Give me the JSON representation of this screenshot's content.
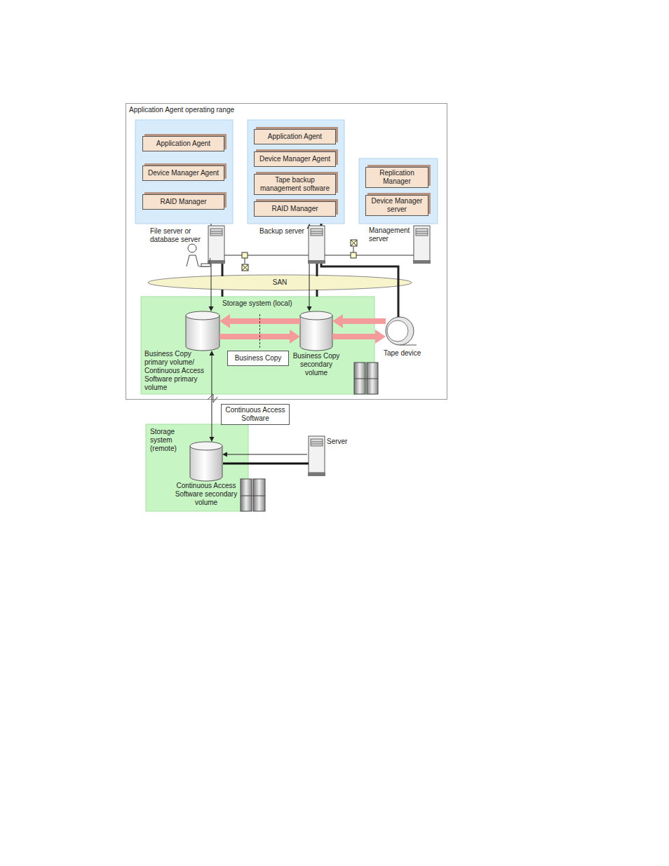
{
  "diagram": {
    "nodes": [
      {
        "text": [
          "Application Agent operating range"
        ]
      },
      {
        "text": [
          "File server or database server"
        ],
        "in": 0
      },
      {
        "text": [
          "Application Agent"
        ],
        "in": 1
      },
      {
        "text": [
          "Device Manager Agent"
        ],
        "in": 1
      },
      {
        "text": [
          "RAID Manager"
        ],
        "in": 1
      },
      {
        "text": [
          "Backup server"
        ],
        "in": 0
      },
      {
        "text": [
          "Application Agent"
        ],
        "in": 5
      },
      {
        "text": [
          "Device Manager Agent"
        ],
        "in": 5
      },
      {
        "text": [
          "Tape backup management software"
        ],
        "in": 5
      },
      {
        "text": [
          "RAID Manager"
        ],
        "in": 5
      },
      {
        "text": [
          "Management server"
        ],
        "in": 0
      },
      {
        "text": [
          "Replication Manager"
        ],
        "in": 10
      },
      {
        "text": [
          "Device Manager server"
        ],
        "in": 10
      },
      {
        "text": [
          "SAN"
        ],
        "in": 0
      },
      {
        "text": [
          "Storage system (local)"
        ],
        "in": 0
      },
      {
        "text": [
          "Business Copy primary volume/ Continuous Access Software primary volume"
        ],
        "in": 14
      },
      {
        "text": [
          "Business Copy"
        ],
        "in": 14
      },
      {
        "text": [
          "Business Copy secondary volume"
        ],
        "in": 14
      },
      {
        "text": [
          "Tape device"
        ],
        "in": 0
      },
      {
        "text": [
          "Continuous Access Software"
        ]
      },
      {
        "text": [
          "Storage system (remote)"
        ]
      },
      {
        "text": [
          "Continuous Access Software secondary volume"
        ],
        "in": 20
      },
      {
        "text": [
          "Server"
        ]
      }
    ],
    "edges": [
      {
        "from": 1,
        "to": 15,
        "arrow": "to"
      },
      {
        "from": 5,
        "to": 17,
        "arrow": "both"
      },
      {
        "from": 5,
        "to": 18,
        "arrow": "none"
      },
      {
        "from": 17,
        "to": 15,
        "arrow": "to"
      },
      {
        "from": 15,
        "to": 17,
        "arrow": "to"
      },
      {
        "from": 18,
        "to": 17,
        "arrow": "to"
      },
      {
        "from": 17,
        "to": 18,
        "arrow": "to"
      },
      {
        "from": 15,
        "to": 21,
        "arrow": "both"
      },
      {
        "from": 22,
        "to": 21,
        "arrow": "to"
      }
    ]
  }
}
